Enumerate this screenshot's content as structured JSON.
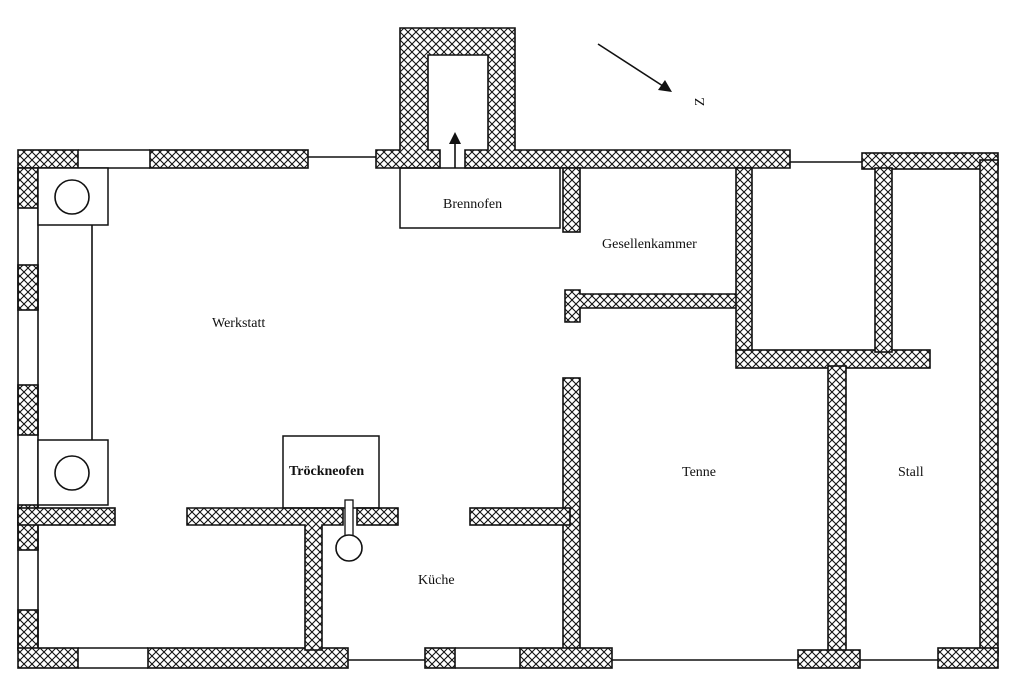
{
  "plan": {
    "north_label": "Z",
    "rooms": {
      "brennofen": "Brennofen",
      "gesellenkammer": "Gesellenkammer",
      "werkstatt": "Werkstatt",
      "troeckneofen": "Tröckneofen",
      "tenne": "Tenne",
      "stall": "Stall",
      "kueche": "Küche"
    }
  }
}
